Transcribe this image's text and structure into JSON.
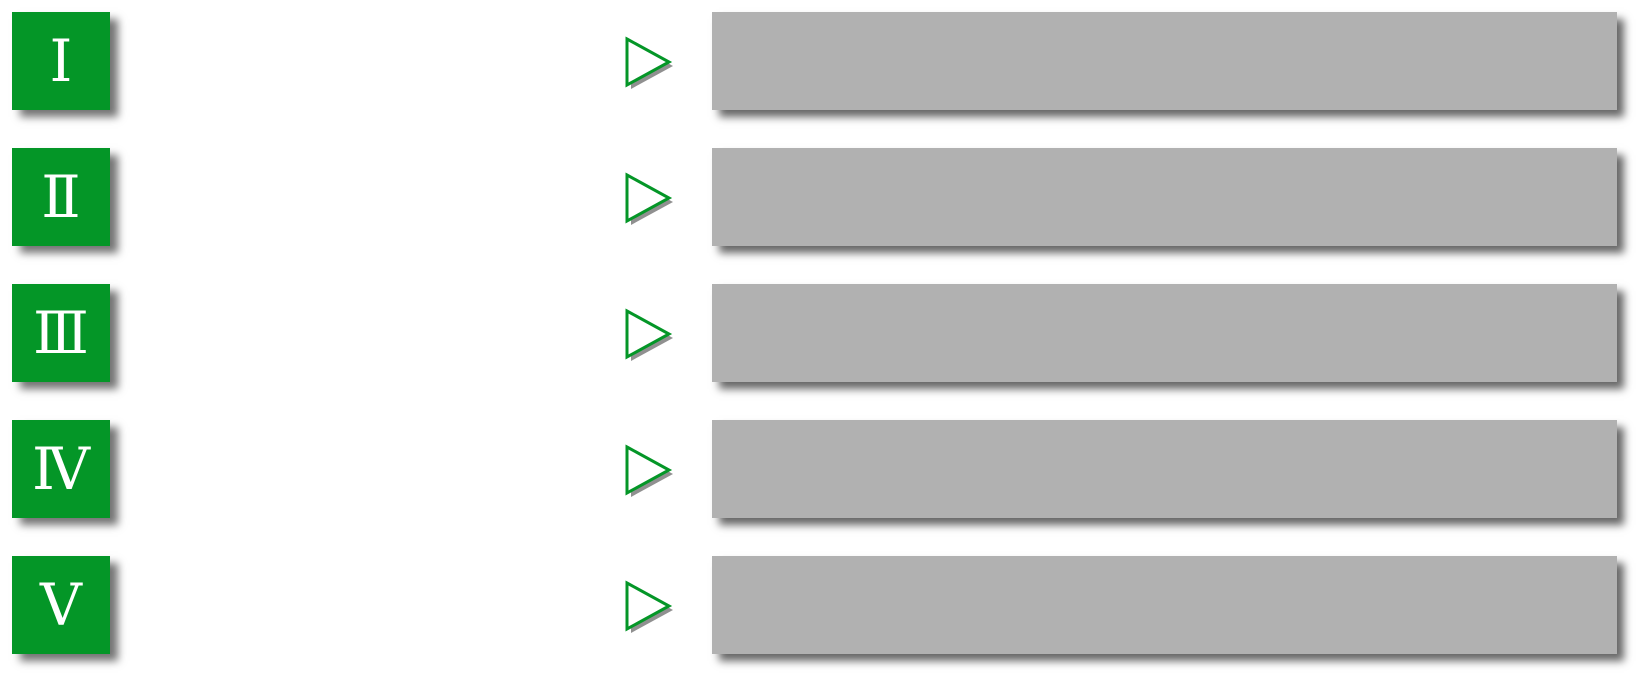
{
  "colors": {
    "accent": "#049627",
    "bar": "#b1b1b1",
    "background": "#ffffff"
  },
  "rows": [
    {
      "numeral": "Ⅰ",
      "text": "",
      "icon": "play-triangle-icon"
    },
    {
      "numeral": "Ⅱ",
      "text": "",
      "icon": "play-triangle-icon"
    },
    {
      "numeral": "Ⅲ",
      "text": "",
      "icon": "play-triangle-icon"
    },
    {
      "numeral": "Ⅳ",
      "text": "",
      "icon": "play-triangle-icon"
    },
    {
      "numeral": "Ⅴ",
      "text": "",
      "icon": "play-triangle-icon"
    }
  ]
}
